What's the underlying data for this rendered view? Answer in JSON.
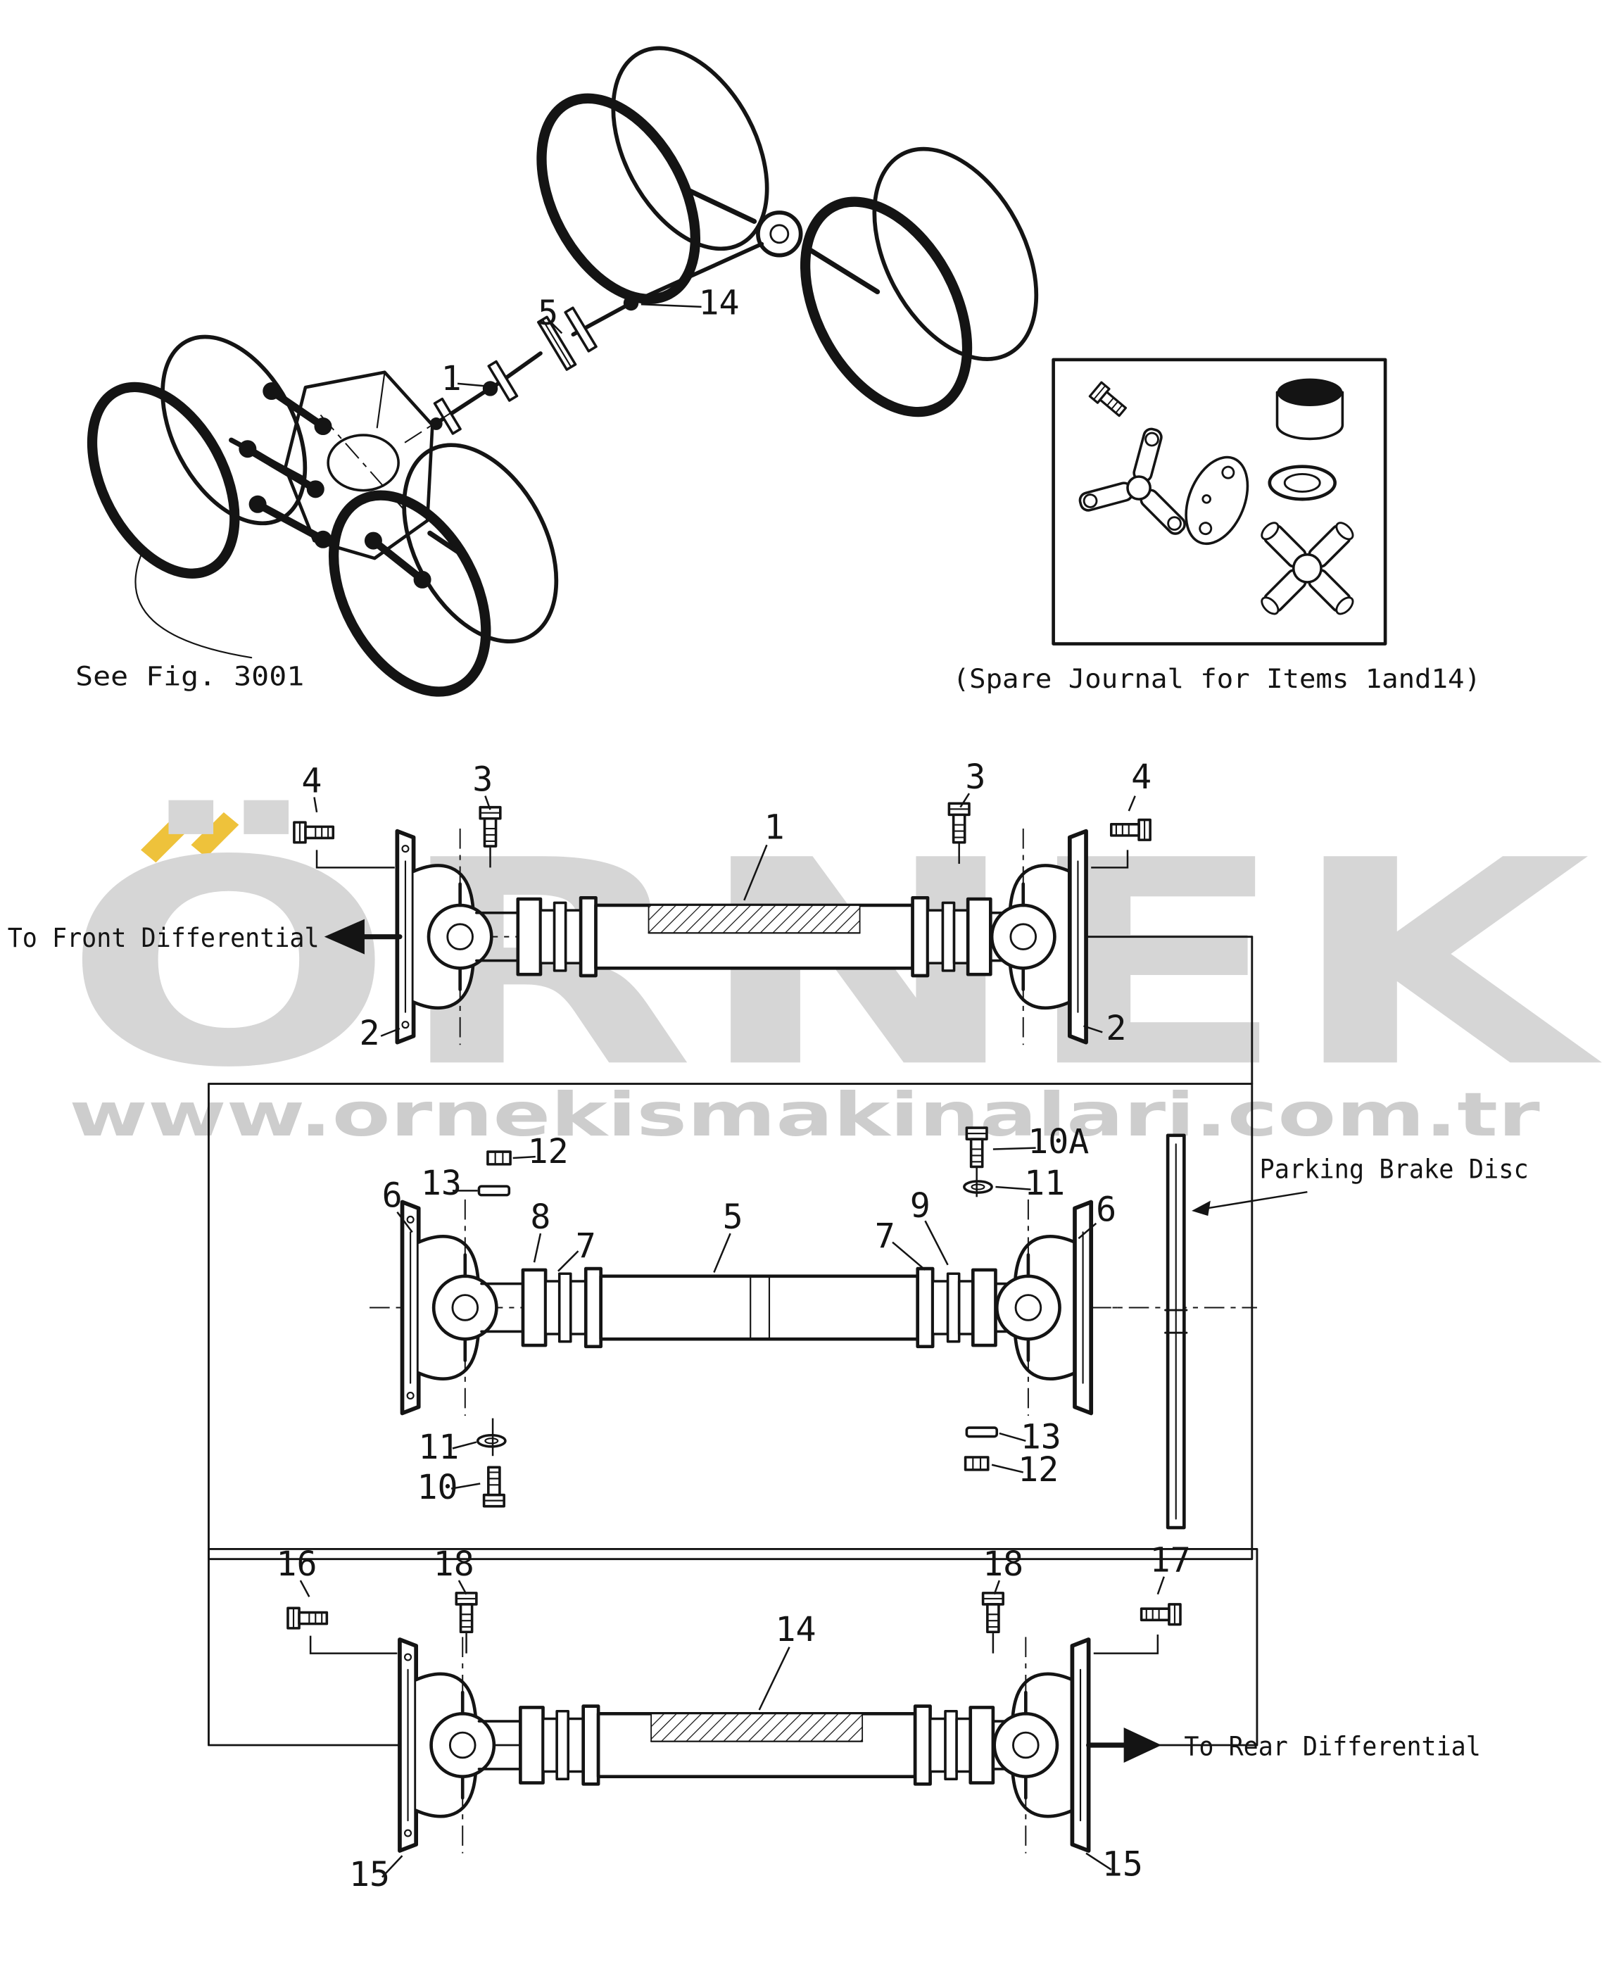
{
  "meta": {
    "background": "#ffffff",
    "ink": "#141414"
  },
  "watermark": {
    "brand": "ÖRNEK",
    "url": "www.ornekismakinalari.com.tr",
    "text_color": "#d6d6d6",
    "accent_color": "#eec23b"
  },
  "labels": {
    "see_fig": "See Fig. 3001",
    "spare_journal": "(Spare Journal for Items 1and14)",
    "to_front_differential": "To Front Differential",
    "to_rear_differential": "To Rear Differential",
    "parking_brake_disc": "Parking Brake Disc"
  },
  "callouts": {
    "overview": {
      "item1": "1",
      "item5": "5",
      "item14": "14"
    },
    "front_shaft": {
      "bolt4_left": "4",
      "bolt3_left": "3",
      "tube1": "1",
      "bolt3_right": "3",
      "bolt4_right": "4",
      "flange2_left": "2",
      "flange2_right": "2"
    },
    "center_shaft": {
      "nut12_top": "12",
      "plate13_top": "13",
      "flange6_left": "6",
      "item8": "8",
      "item7_left": "7",
      "tube5": "5",
      "item9": "9",
      "item7_right": "7",
      "flange6_right": "6",
      "bolt10a": "10A",
      "washer11_top": "11",
      "washer11_bottom": "11",
      "bolt10": "10",
      "plate13_bottom": "13",
      "nut12_bottom": "12"
    },
    "rear_shaft": {
      "bolt16": "16",
      "bolt18_left": "18",
      "tube14": "14",
      "bolt18_right": "18",
      "bolt17": "17",
      "flange15_left": "15",
      "flange15_right": "15"
    }
  }
}
